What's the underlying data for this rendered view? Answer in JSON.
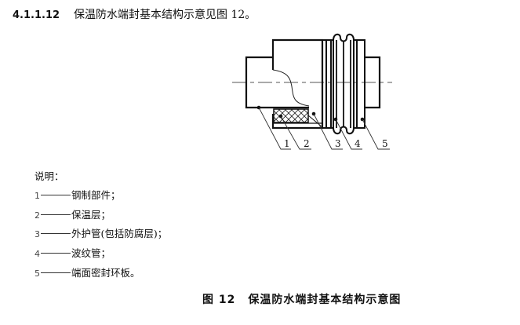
{
  "clause": {
    "number": "4.1.1.12",
    "text": "保温防水端封基本结构示意见图 12。"
  },
  "figure": {
    "callouts": [
      "1",
      "2",
      "3",
      "4",
      "5"
    ]
  },
  "legend": {
    "title": "说明：",
    "items": [
      {
        "index": "1",
        "text": "钢制部件；"
      },
      {
        "index": "2",
        "text": "保温层；"
      },
      {
        "index": "3",
        "text": "外护管(包括防腐层)；"
      },
      {
        "index": "4",
        "text": "波纹管；"
      },
      {
        "index": "5",
        "text": "端面密封环板。"
      }
    ]
  },
  "caption": {
    "figure_label": "图 12",
    "title": "保温防水端封基本结构示意图"
  }
}
